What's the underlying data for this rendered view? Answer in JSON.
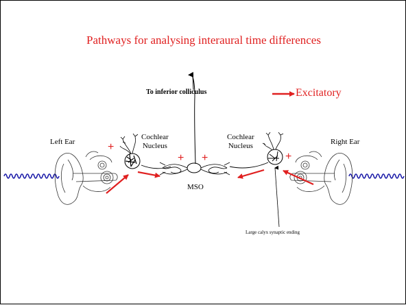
{
  "title": "Pathways for analysing interaural time differences",
  "labels": {
    "to_ic": "To inferior colliculus",
    "excitatory": "Excitatory",
    "left_ear": "Left Ear",
    "right_ear": "Right Ear",
    "cochlear_left": "Cochlear\nNucleus",
    "cochlear_right": "Cochlear\nNucleus",
    "mso": "MSO",
    "calyx": "Large calyx synaptic ending",
    "plus": "+"
  },
  "colors": {
    "excitatory": "#e02020",
    "sound_wave": "#1a1aa8",
    "line": "#000000"
  }
}
